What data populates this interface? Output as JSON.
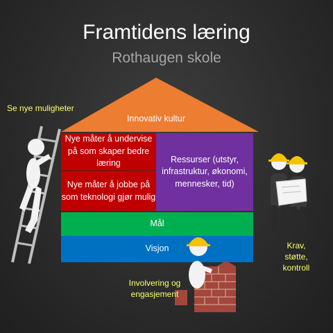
{
  "title": "Framtidens læring",
  "subtitle": "Rothaugen skole",
  "house": {
    "roof_label": "Innovativ kultur",
    "red_top": "Nye måter å undervise på som skaper bedre læring",
    "red_bottom": "Nye måter å jobbe på som teknologi gjør mulig",
    "purple": "Ressurser (utstyr, infrastruktur, økonomi, mennesker, tid)",
    "green": "Mål",
    "blue": "Visjon"
  },
  "side_labels": {
    "left": "Se nye muligheter",
    "right": "Krav, støtte, kontroll",
    "bottom": "Involvering og engasjement"
  },
  "colors": {
    "roof": "#ed7d31",
    "red": "#c00000",
    "purple": "#7030a0",
    "green": "#00b050",
    "blue": "#0070c0",
    "label_yellow": "#ffff66",
    "hardhat": "#f5c400",
    "brick": "#a5463a"
  },
  "icons": [
    "ladder-climber-figure",
    "engineers-with-plan-figure",
    "bricklayer-figure"
  ]
}
